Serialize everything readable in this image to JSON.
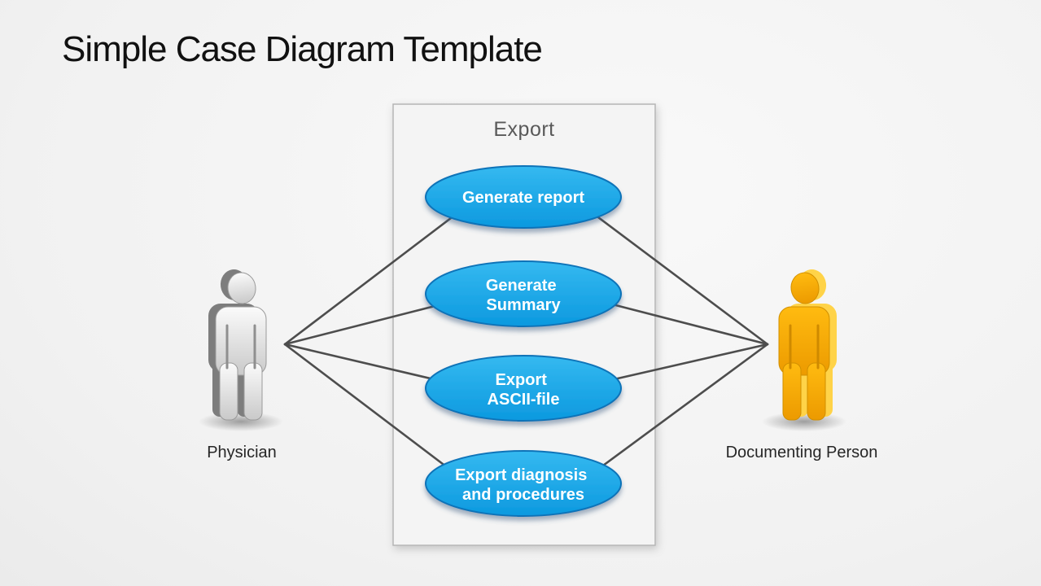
{
  "title": "Simple Case Diagram Template",
  "diagram": {
    "system_boundary": {
      "label": "Export"
    },
    "use_cases": [
      {
        "id": "generate-report",
        "lines": [
          "Generate report"
        ]
      },
      {
        "id": "generate-summary",
        "lines": [
          "Generate",
          "Summary"
        ]
      },
      {
        "id": "export-ascii-file",
        "lines": [
          "Export",
          "ASCII-file"
        ]
      },
      {
        "id": "export-diagnosis",
        "lines": [
          "Export diagnosis",
          "and procedures"
        ]
      }
    ],
    "actors": [
      {
        "id": "physician",
        "label": "Physician",
        "side": "left",
        "figure_color": "#d9d9d9"
      },
      {
        "id": "documenting-person",
        "label": "Documenting Person",
        "side": "right",
        "figure_color": "#f7a600"
      }
    ],
    "connections": [
      {
        "from": "physician",
        "to": "generate-report"
      },
      {
        "from": "physician",
        "to": "generate-summary"
      },
      {
        "from": "physician",
        "to": "export-ascii-file"
      },
      {
        "from": "physician",
        "to": "export-diagnosis"
      },
      {
        "from": "documenting-person",
        "to": "generate-report"
      },
      {
        "from": "documenting-person",
        "to": "generate-summary"
      },
      {
        "from": "documenting-person",
        "to": "export-ascii-file"
      },
      {
        "from": "documenting-person",
        "to": "export-diagnosis"
      }
    ]
  },
  "colors": {
    "use_case_fill_top": "#35b9f0",
    "use_case_fill_bottom": "#0c99df",
    "use_case_border": "#1173b8",
    "use_case_text": "#ffffff",
    "connector": "#4d4d4d",
    "boundary_fill": "#f4f4f4",
    "boundary_border": "#b5b5b5",
    "boundary_label": "#595959",
    "title_color": "#111111",
    "actor_label": "#262626",
    "physician_figure": "#d9d9d9",
    "documenting_person_figure": "#f7a600"
  }
}
